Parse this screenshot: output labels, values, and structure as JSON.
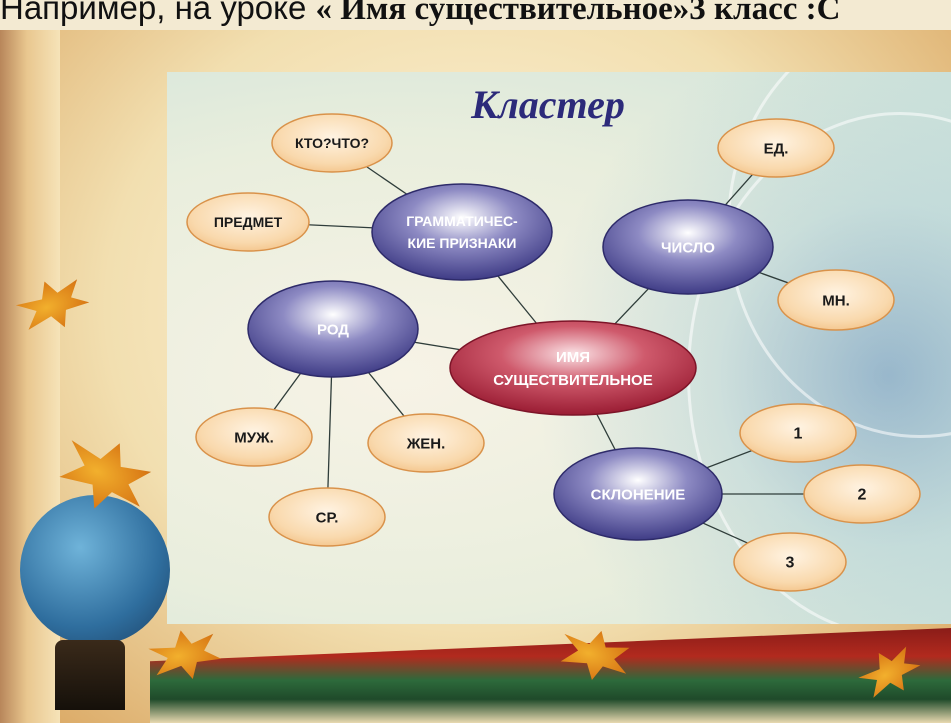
{
  "caption": {
    "text_normal": "Например, на уроке",
    "text_bold": "« Имя существительное»3 класс :С"
  },
  "diagram": {
    "title": "Кластер",
    "nodes": [
      {
        "id": "center",
        "label": [
          "ИМЯ",
          "СУЩЕСТВИТЕЛЬНОЕ"
        ],
        "kind": "center"
      },
      {
        "id": "gram",
        "label": [
          "ГРАММАТИЧЕС-",
          "КИЕ ПРИЗНАКИ"
        ],
        "kind": "main"
      },
      {
        "id": "chislo",
        "label": [
          "ЧИСЛО"
        ],
        "kind": "main"
      },
      {
        "id": "rod",
        "label": [
          "РОД"
        ],
        "kind": "main"
      },
      {
        "id": "sklon",
        "label": [
          "СКЛОНЕНИЕ"
        ],
        "kind": "main"
      },
      {
        "id": "kto",
        "label": [
          "КТО?ЧТО?"
        ],
        "kind": "leaf"
      },
      {
        "id": "predmet",
        "label": [
          "ПРЕДМЕТ"
        ],
        "kind": "leaf"
      },
      {
        "id": "ed",
        "label": [
          "ЕД."
        ],
        "kind": "leaf"
      },
      {
        "id": "mn",
        "label": [
          "МН."
        ],
        "kind": "leaf"
      },
      {
        "id": "muzh",
        "label": [
          "МУЖ."
        ],
        "kind": "leaf"
      },
      {
        "id": "zhen",
        "label": [
          "ЖЕН."
        ],
        "kind": "leaf"
      },
      {
        "id": "sr",
        "label": [
          "СР."
        ],
        "kind": "leaf"
      },
      {
        "id": "s1",
        "label": [
          "1"
        ],
        "kind": "leaf"
      },
      {
        "id": "s2",
        "label": [
          "2"
        ],
        "kind": "leaf"
      },
      {
        "id": "s3",
        "label": [
          "3"
        ],
        "kind": "leaf"
      }
    ],
    "edges": [
      [
        "center",
        "gram"
      ],
      [
        "center",
        "chislo"
      ],
      [
        "center",
        "rod"
      ],
      [
        "center",
        "sklon"
      ],
      [
        "gram",
        "kto"
      ],
      [
        "gram",
        "predmet"
      ],
      [
        "chislo",
        "ed"
      ],
      [
        "chislo",
        "mn"
      ],
      [
        "rod",
        "muzh"
      ],
      [
        "rod",
        "zhen"
      ],
      [
        "rod",
        "sr"
      ],
      [
        "sklon",
        "s1"
      ],
      [
        "sklon",
        "s2"
      ],
      [
        "sklon",
        "s3"
      ]
    ]
  },
  "colors": {
    "main_node": "#3f3c86",
    "center_node": "#a3213a",
    "leaf_node": "#f8d3a4",
    "title": "#2c2a7a"
  }
}
